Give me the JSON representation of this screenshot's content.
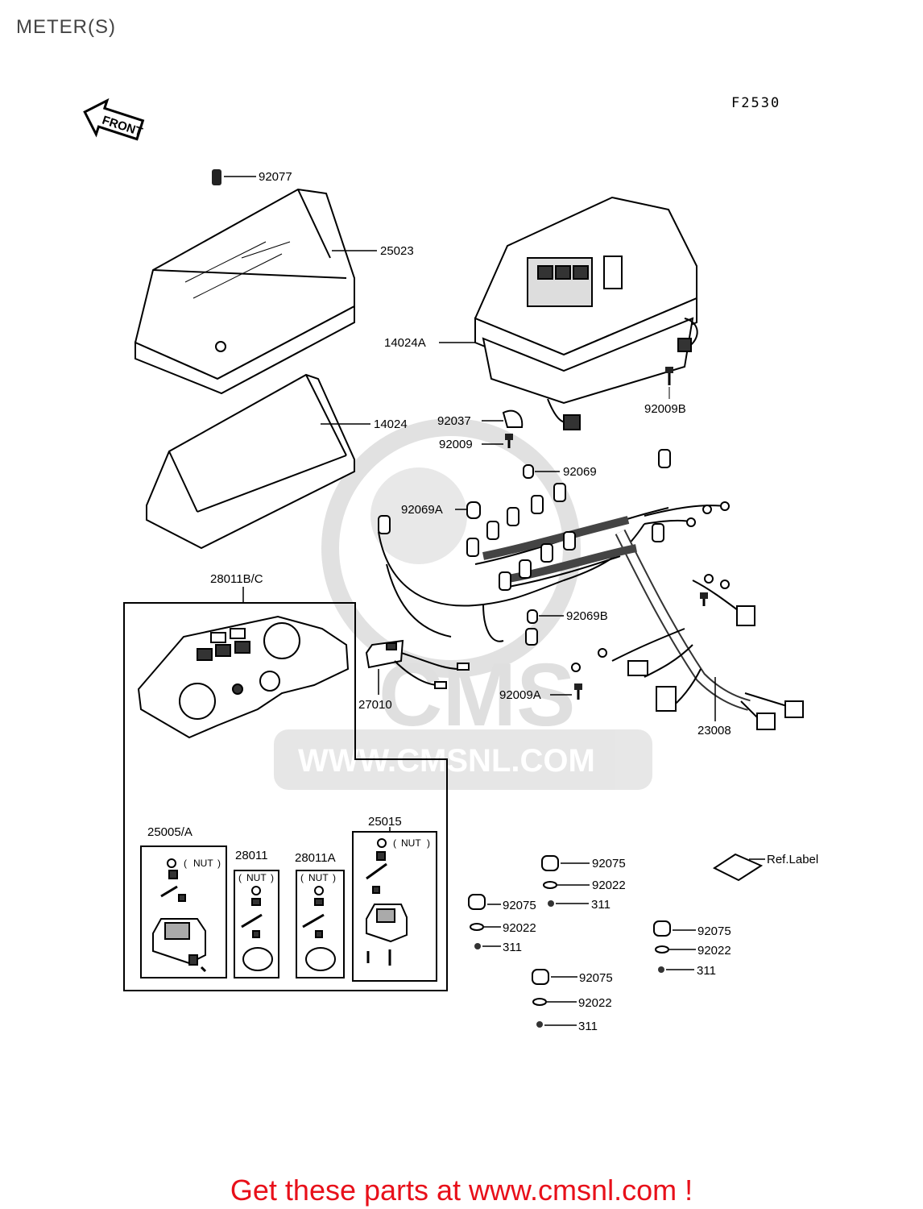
{
  "title": "METER(S)",
  "figure_code": "F2530",
  "front_arrow": "FRONT",
  "watermark": {
    "brand": "CMS",
    "url": "WWW.CMSNL.COM"
  },
  "labels": {
    "p92077": "92077",
    "p25023": "25023",
    "p14024A": "14024A",
    "p92009B": "92009B",
    "p14024": "14024",
    "p92037": "92037",
    "p92009": "92009",
    "p92069": "92069",
    "p92069A": "92069A",
    "p28011BC": "28011B/C",
    "p92069B": "92069B",
    "p27010": "27010",
    "p92009A": "92009A",
    "p23008": "23008",
    "p25015": "25015",
    "p25005A": "25005/A",
    "p28011": "28011",
    "p28011A": "28011A",
    "nut": "NUT",
    "ref_label": "Ref.Label"
  },
  "hardware_groups": [
    {
      "p1": "92075",
      "p2": "92022",
      "p3": "311"
    },
    {
      "p1": "92075",
      "p2": "92022",
      "p3": "311"
    },
    {
      "p1": "92075",
      "p2": "92022",
      "p3": "311"
    },
    {
      "p1": "92075",
      "p2": "92022",
      "p3": "311"
    }
  ],
  "footer": "Get these parts at www.cmsnl.com !",
  "colors": {
    "footer": "#e8101a",
    "watermark": "#dcdcdc"
  }
}
